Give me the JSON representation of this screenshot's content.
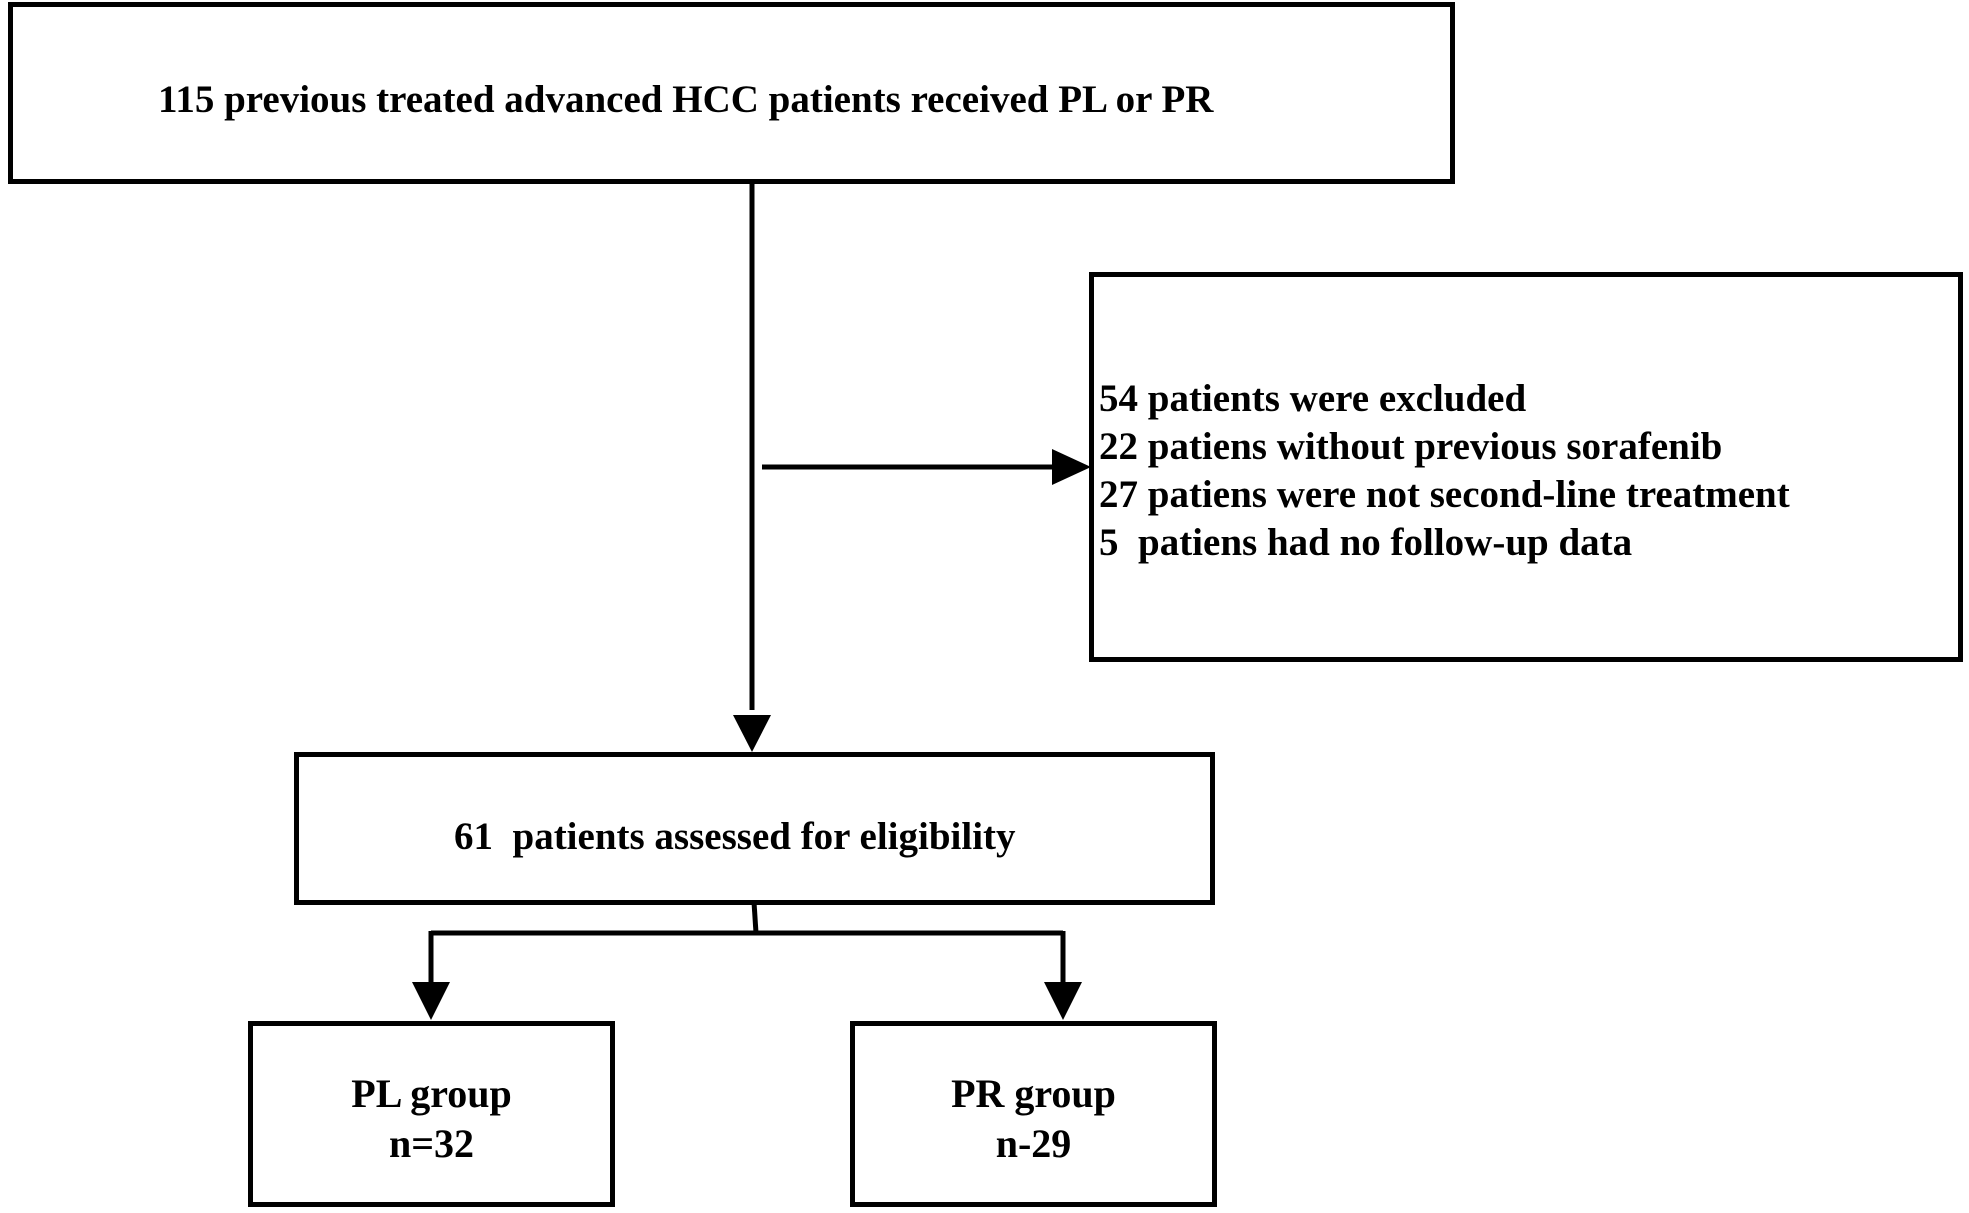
{
  "boxes": {
    "start": {
      "text": "115 previous treated advanced HCC patients received PL or PR"
    },
    "excluded": {
      "lines": [
        "54 patients were excluded",
        "22 patiens without previous sorafenib",
        "27 patiens were not second-line treatment",
        "5  patiens had no follow-up data"
      ]
    },
    "assessed": {
      "text": "61  patients assessed for eligibility"
    },
    "pl_group": {
      "title": "PL group",
      "count": "n=32"
    },
    "pr_group": {
      "title": "PR group",
      "count": "n-29"
    }
  },
  "colors": {
    "stroke": "#000000",
    "background": "#ffffff"
  }
}
